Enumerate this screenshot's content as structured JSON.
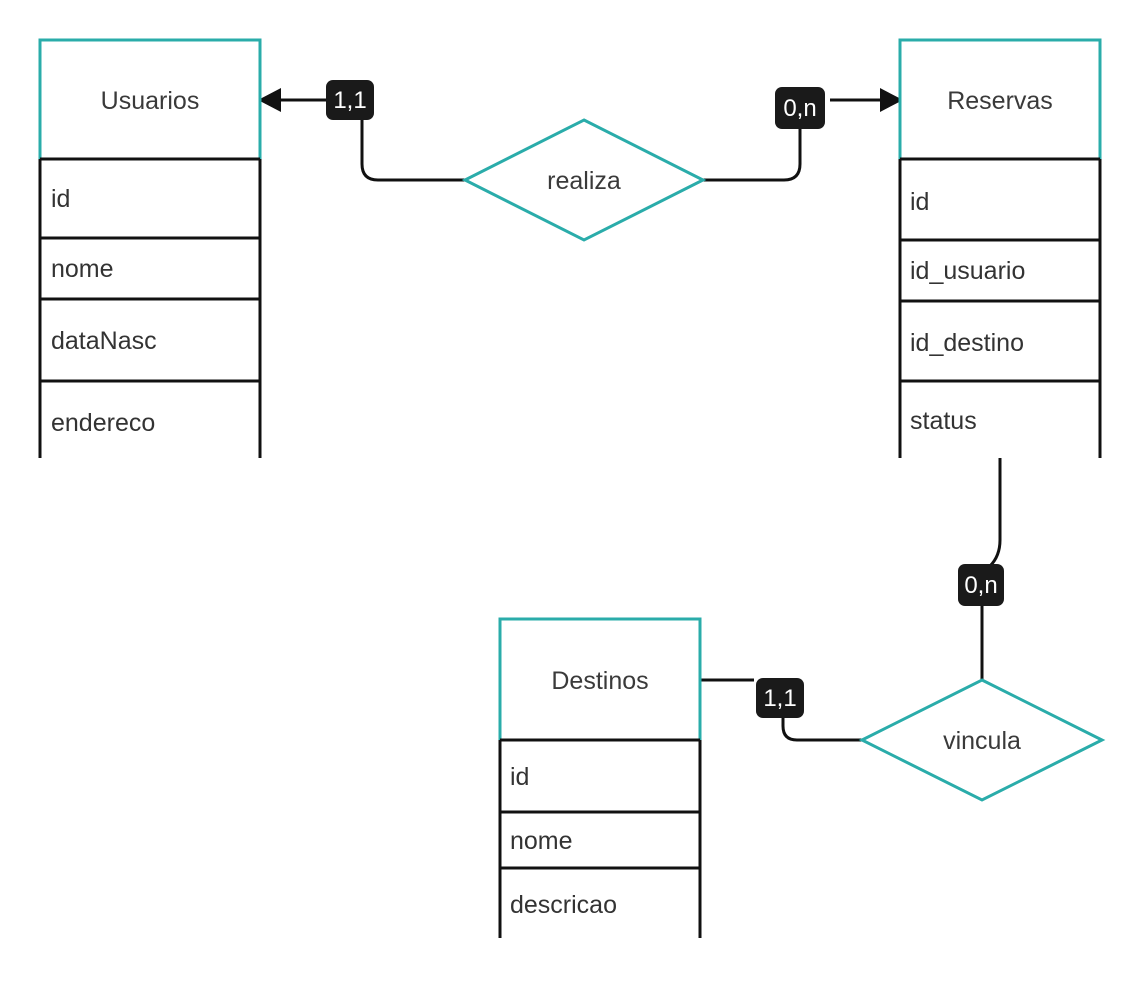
{
  "colors": {
    "accent": "#2aacaa",
    "line": "#111111",
    "badge_bg": "#1a1a1a",
    "badge_text": "#ffffff",
    "text": "#333333"
  },
  "entities": {
    "usuarios": {
      "title": "Usuarios",
      "attributes": [
        "id",
        "nome",
        "dataNasc",
        "endereco"
      ]
    },
    "reservas": {
      "title": "Reservas",
      "attributes": [
        "id",
        "id_usuario",
        "id_destino",
        "status"
      ]
    },
    "destinos": {
      "title": "Destinos",
      "attributes": [
        "id",
        "nome",
        "descricao"
      ]
    }
  },
  "relationships": {
    "realiza": {
      "label": "realiza",
      "card_left": "1,1",
      "card_right": "0,n"
    },
    "vincula": {
      "label": "vincula",
      "card_top": "0,n",
      "card_left": "1,1"
    }
  }
}
